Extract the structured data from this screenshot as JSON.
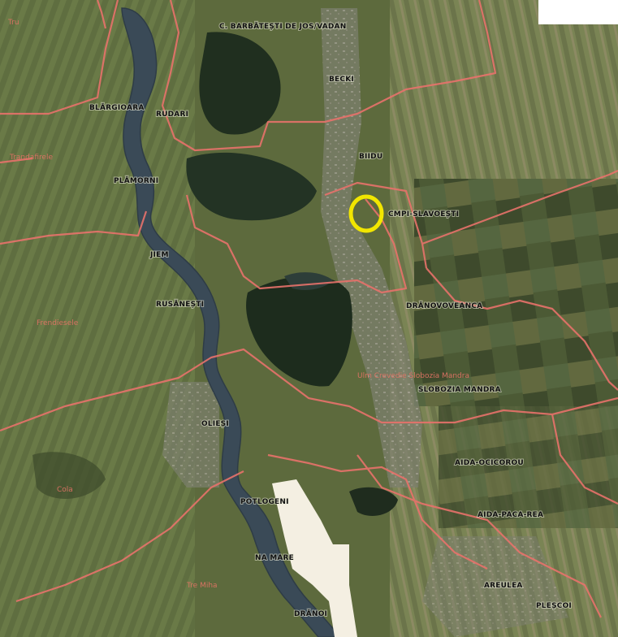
{
  "map": {
    "colors": {
      "farmland": "#5d6a3d",
      "forest": "#1f2e1d",
      "water": "#3a4a57",
      "boundary": "#e8726b",
      "marker": "#f2e600",
      "sand": "#f4efe2"
    },
    "places": [
      {
        "id": "barbatesti",
        "name": "C. BARBĂTEȘTI DE JOS/VADAN"
      },
      {
        "id": "becki",
        "name": "BECKI"
      },
      {
        "id": "blaregioara",
        "name": "BLĂRGIOARA"
      },
      {
        "id": "rudari",
        "name": "RUDARI"
      },
      {
        "id": "biidu",
        "name": "BIIDU"
      },
      {
        "id": "plamorni",
        "name": "PLĂMORNI"
      },
      {
        "id": "cmpi-slavoesti",
        "name": "CMPI-SLAVOEȘTI"
      },
      {
        "id": "jiem",
        "name": "JIEM"
      },
      {
        "id": "rusanesti",
        "name": "RUSĂNEȘTI"
      },
      {
        "id": "dranovoveanca",
        "name": "DRĂNOVOVEANCA"
      },
      {
        "id": "slobozia-mandra",
        "name": "SLOBOZIA MANDRA"
      },
      {
        "id": "oliesi",
        "name": "OLIEȘI"
      },
      {
        "id": "aida-ocicorou",
        "name": "AIDA-OCICOROU"
      },
      {
        "id": "potlogeni",
        "name": "POTLOGENI"
      },
      {
        "id": "aida-paca-rea",
        "name": "AIDA-PACA-REA"
      },
      {
        "id": "na-mare",
        "name": "NA MARE"
      },
      {
        "id": "areulea",
        "name": "AREULEA"
      },
      {
        "id": "plescoi",
        "name": "PLEȘCOI"
      },
      {
        "id": "dranoi",
        "name": "DRĂNOI"
      }
    ],
    "faint_labels": [
      {
        "id": "faint-1",
        "name": "Tru"
      },
      {
        "id": "faint-2",
        "name": "Trandafirele"
      },
      {
        "id": "faint-3",
        "name": "Frendiesele"
      },
      {
        "id": "faint-4",
        "name": "Ulm Crevedie Slobozia Mandra"
      },
      {
        "id": "faint-5",
        "name": "Tre Miha"
      },
      {
        "id": "faint-6",
        "name": "Cola"
      }
    ],
    "marker": {
      "shape": "circle",
      "color": "#f2e600"
    }
  }
}
